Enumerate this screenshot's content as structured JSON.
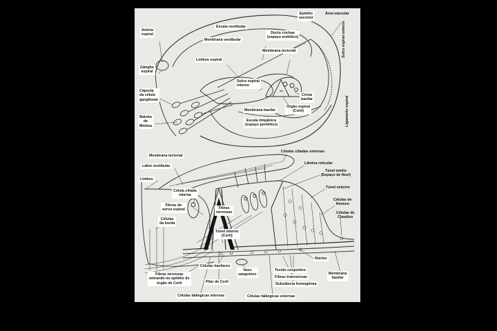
{
  "labels": {
    "arteria_espiral": "Artéria\nespiral",
    "escala_vestibular": "Escala vestibular",
    "epitelio_secretor": "Epitélio\nsecretor",
    "area_vascular": "Área vascular",
    "ducto_coclear": "Ducto coclear\n(espaço endótico)",
    "membrana_vestibular": "Membrana vestibular",
    "membrana_tectorial_top": "Membrana tectorial",
    "limbus_espiral": "Limbus espiral",
    "ganglio_espiral": "Gânglio\nespiral",
    "capsula_celula": "Cápsula\nda célula\nganglionar",
    "sulco_espiral_interno": "Sulco espiral\ninterno",
    "crista_basilar": "Crista\nbasilar",
    "orgao_espiral": "Órgão espiral\n(Corti)",
    "membrana_basilar_top": "Membrana basilar",
    "bainha_mielina": "Bainha\nde\nMielina",
    "escala_timpanica": "Escala timpânica\n(espaço perilótico)",
    "sulco_espiral_externo": "Sulco espiral externo",
    "ligamento_espiral": "Ligamento espiral",
    "celulas_ciliadas_externas": "Células ciliadas externas",
    "membrana_tectorial_bottom": "Membrana tectorial",
    "lamina_reticular": "Lâmina reticular",
    "labio_vestibular": "Lábio vestibular",
    "tunel_medio": "Túnel médio\n(Espaço de Nuel)",
    "limbus": "Limbus",
    "celula_ciliada_interna": "Célula ciliada\ninterna",
    "tunel_externo": "Túnel externo",
    "celulas_hensen": "Células de\nHensen",
    "fibras_nervo_espiral": "Fibras do\nnervo espiral",
    "fibras_nervosas": "Fibras\nnervosas",
    "celulas_claudius": "Células de\nClaudius",
    "celulas_borda": "Células\nda borda",
    "tunel_interno": "Túnel interno\n(Corti)",
    "nucleo": "Núcleo",
    "celulas_basilares": "Células basilares",
    "tecido_conjuntivo": "Tecido conjuntivo",
    "vaso_sanguineo": "Vaso\nsanguíneo",
    "fibras_transversas": "Fibras transversas",
    "membrana_basilar_bottom": "Membrana\nbasilar",
    "fibras_nervosas_entrando": "Fibras nervosas\nentrando no epitélio do\nórgão de Corti",
    "pilar_corti": "Pilar de Corti",
    "substancia_homogenea": "Substância homogênea",
    "celulas_falangicas_internas": "Células falângicas internas",
    "celulas_falangicas_externas": "Células falângicas externas"
  },
  "colors": {
    "page_background": "#000000",
    "figure_background": "#e9e9e5",
    "label_background": "#fdfdfb",
    "ink": "#2b2b2b"
  }
}
